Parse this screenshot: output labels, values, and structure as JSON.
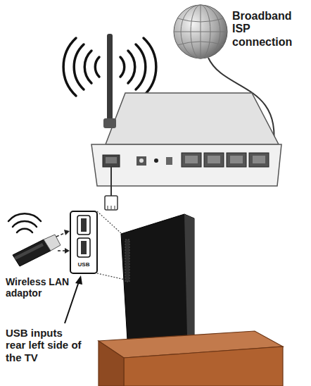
{
  "diagram": {
    "labels": [
      "Broadband ISP connection",
      "Wireless LAN adaptor",
      "USB",
      "USB inputs rear left side of the TV"
    ]
  }
}
